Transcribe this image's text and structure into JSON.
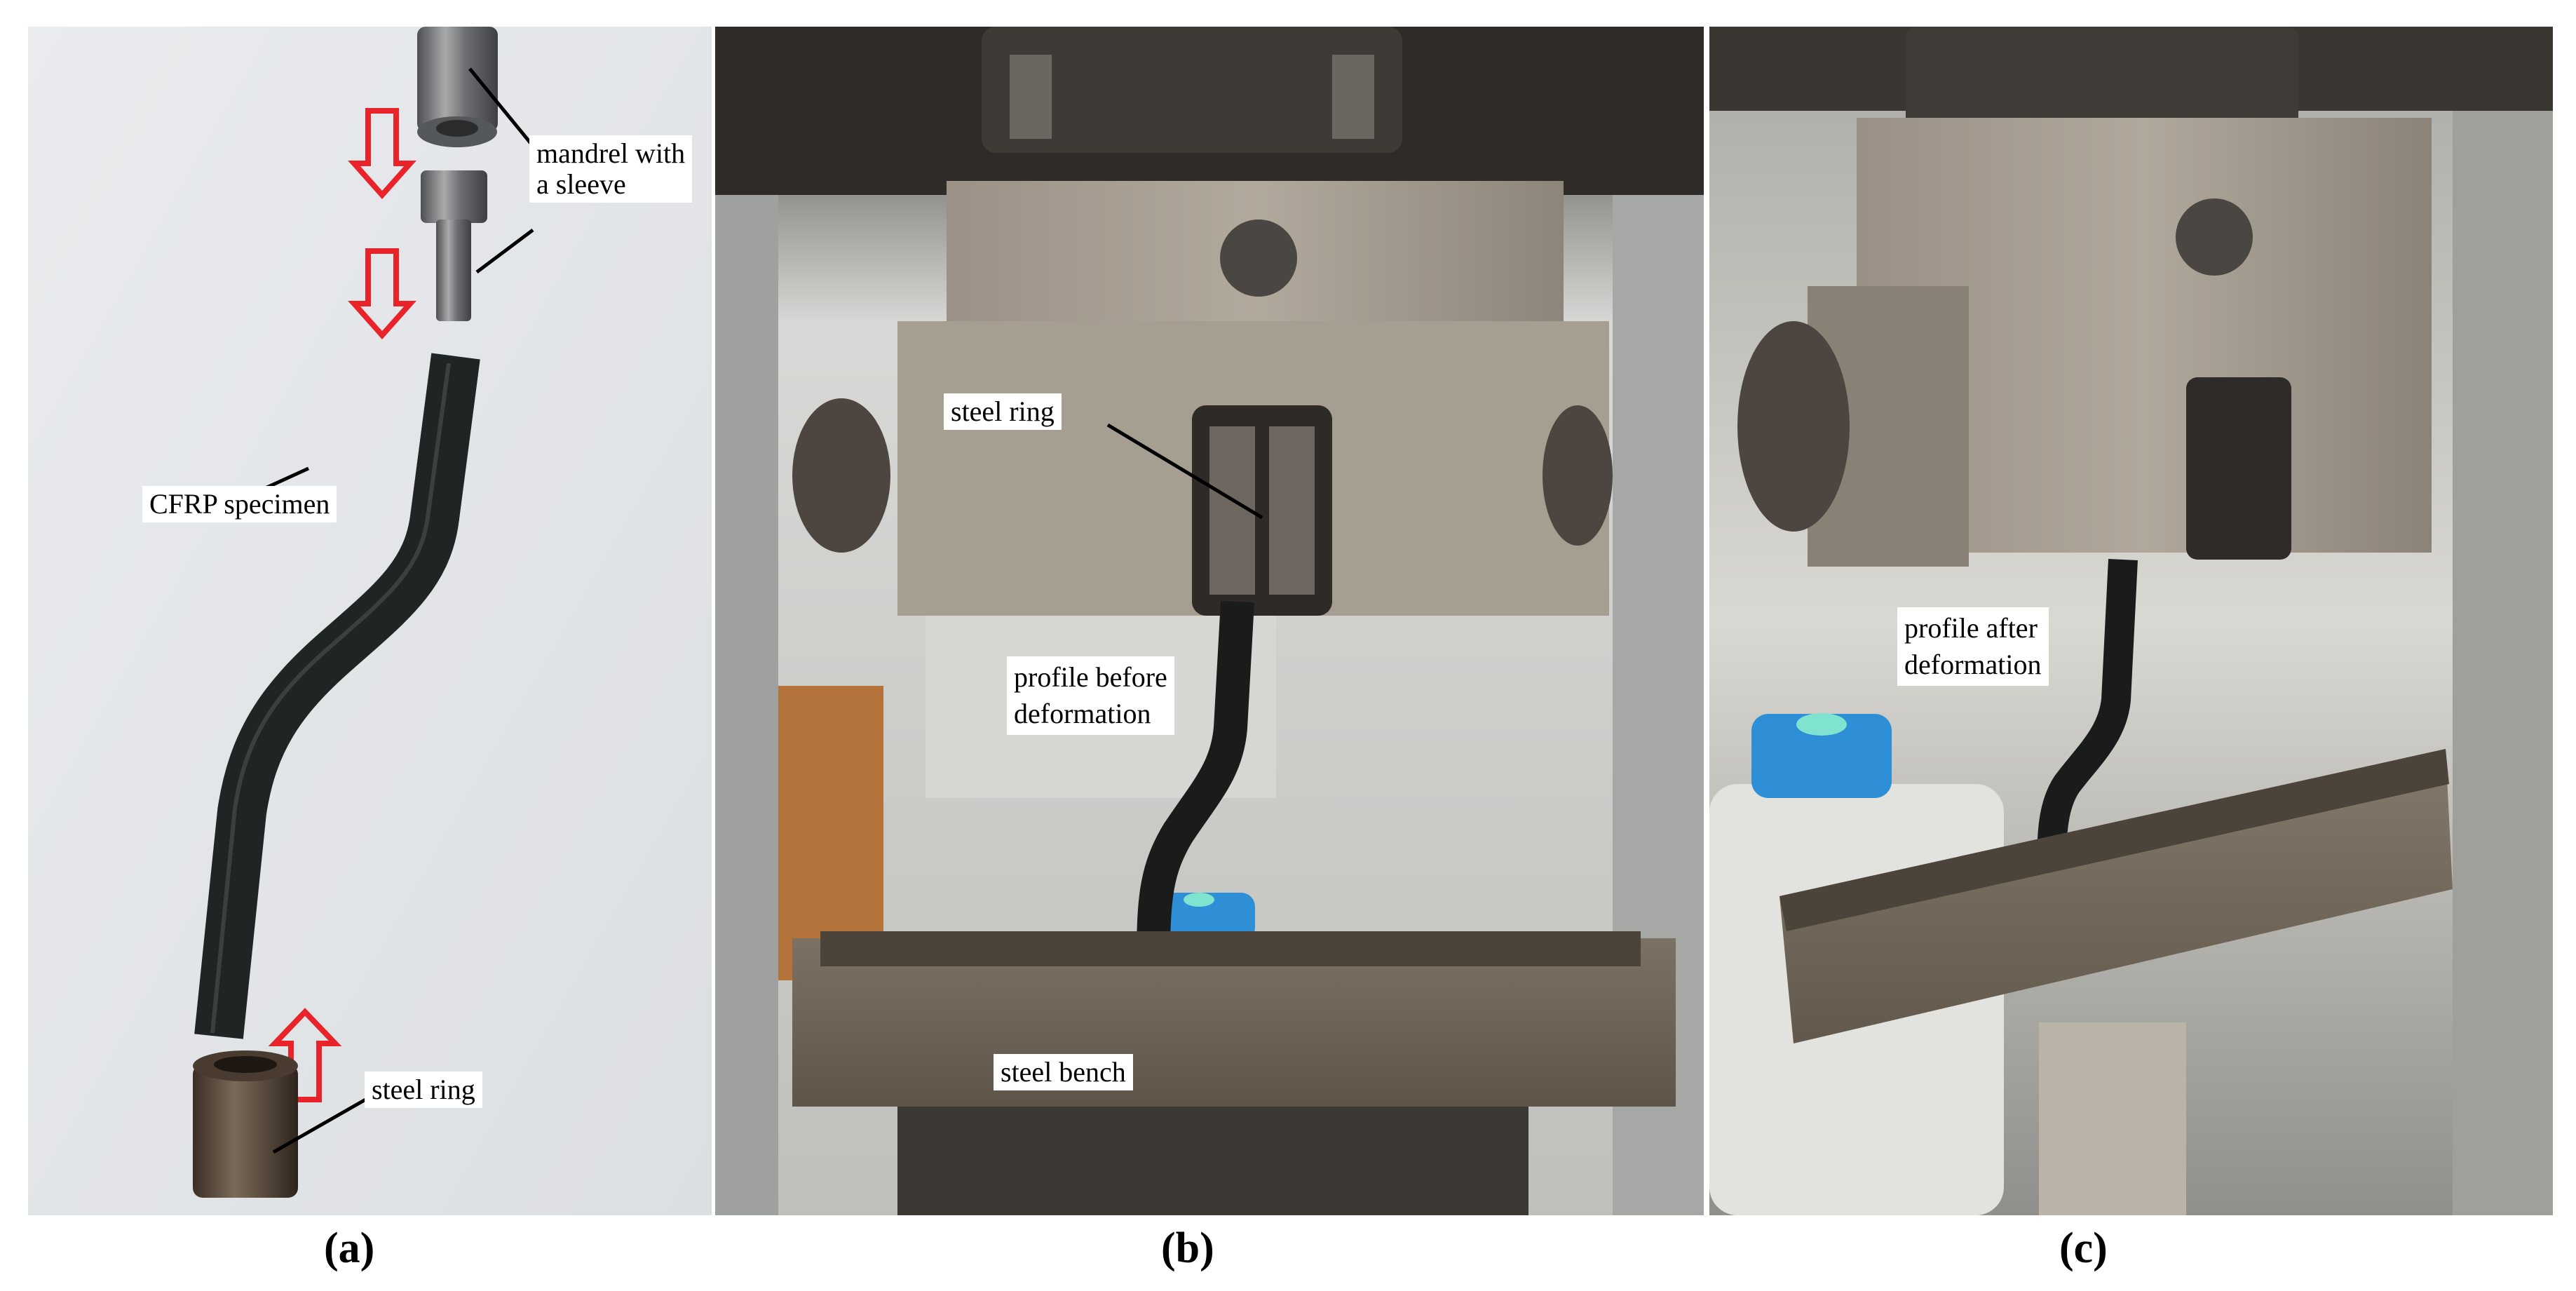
{
  "panels": {
    "a": {
      "caption": "(a)",
      "labels": {
        "mandrel": "mandrel with\na sleeve",
        "specimen": "CFRP specimen",
        "ring": "steel ring"
      }
    },
    "b": {
      "caption": "(b)",
      "labels": {
        "ring": "steel ring",
        "profile": "profile before\ndeformation",
        "bench": "steel bench"
      }
    },
    "c": {
      "caption": "(c)",
      "labels": {
        "profile": "profile after\ndeformation"
      }
    }
  },
  "colors": {
    "arrow": "#e8232a",
    "specimen": "#1f2424",
    "steel": "#8c847a",
    "bench": "#6e6456",
    "background_a": "#e6e8ea",
    "cap_blue": "#2f8fd6"
  }
}
